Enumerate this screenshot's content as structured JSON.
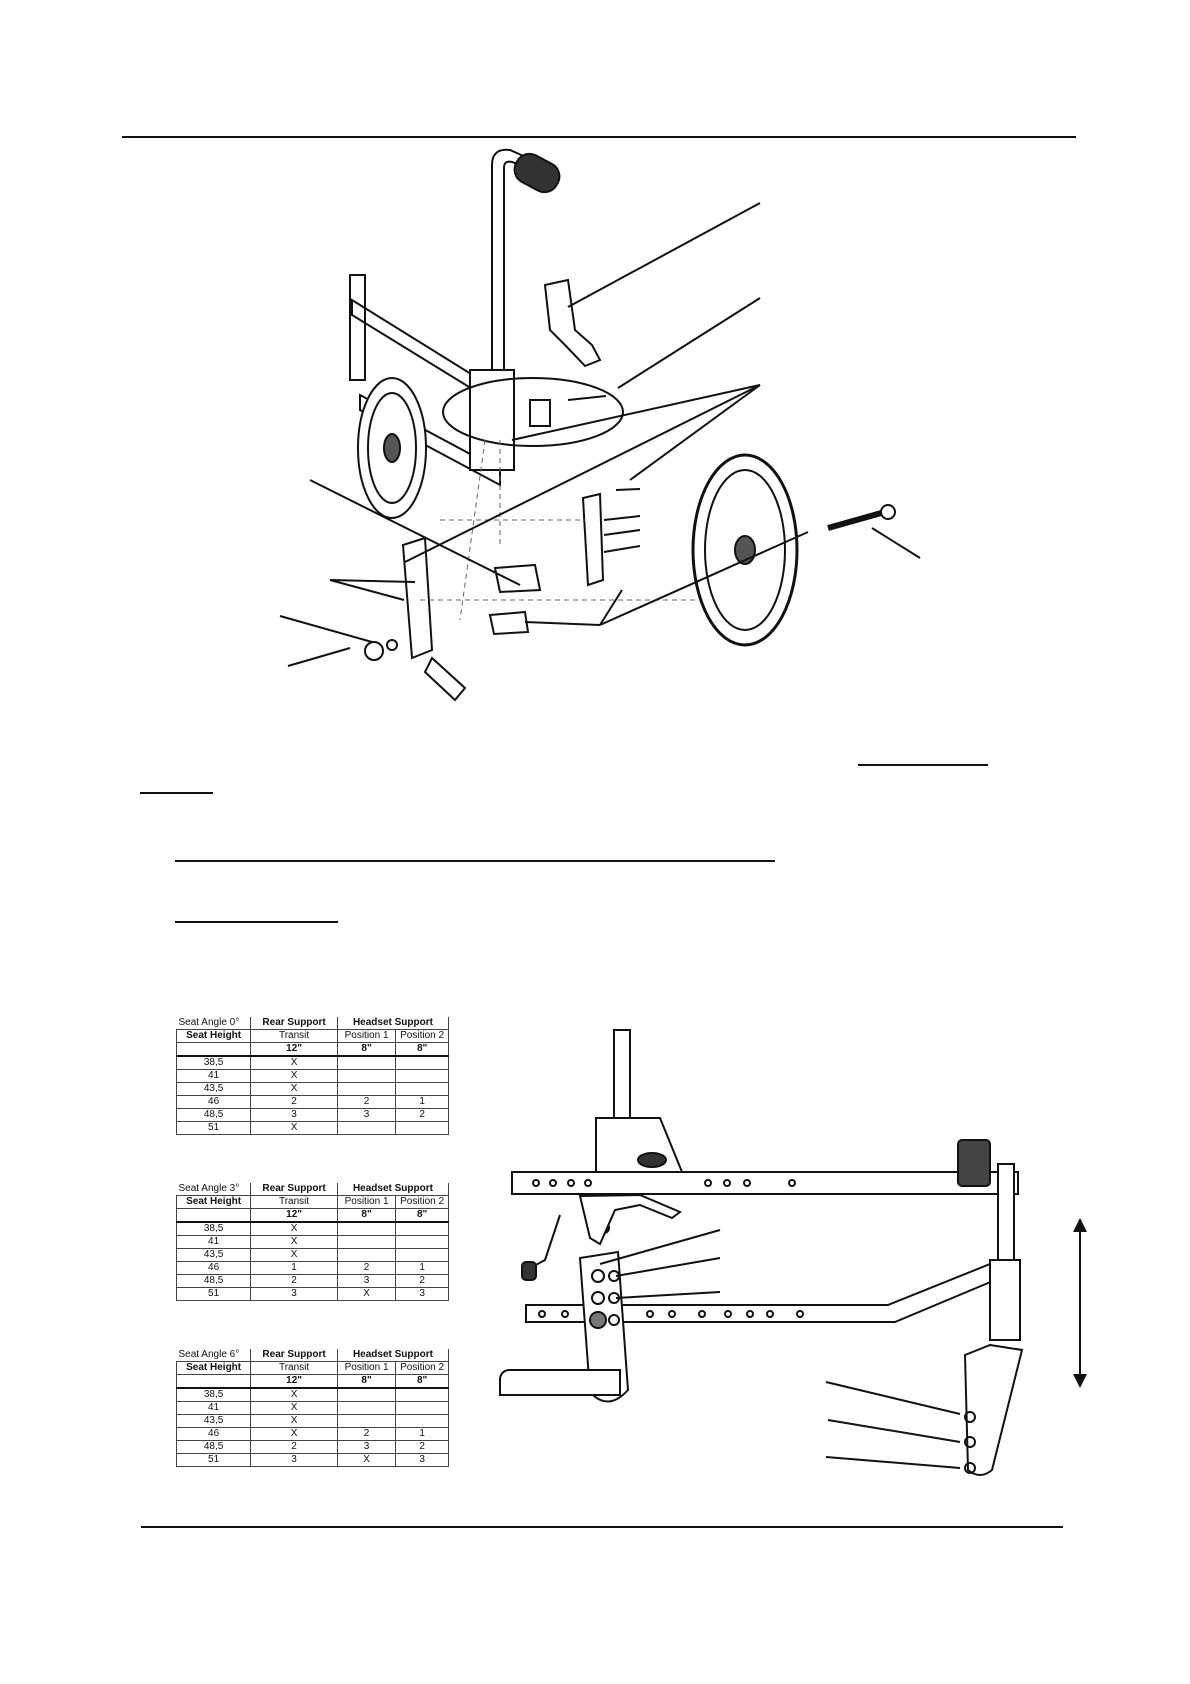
{
  "tables": [
    {
      "angle_label": "Seat Angle 0°",
      "col_rear": "Rear Support",
      "col_headset": "Headset Support",
      "row_label": "Seat Height",
      "sub": [
        "Transit",
        "Position 1",
        "Position 2"
      ],
      "sizes": [
        "12\"",
        "8\"",
        "8\""
      ],
      "rows": [
        [
          "38,5",
          "X",
          "",
          ""
        ],
        [
          "41",
          "X",
          "",
          ""
        ],
        [
          "43,5",
          "X",
          "",
          ""
        ],
        [
          "46",
          "2",
          "2",
          "1"
        ],
        [
          "48,5",
          "3",
          "3",
          "2"
        ],
        [
          "51",
          "X",
          "",
          ""
        ]
      ]
    },
    {
      "angle_label": "Seat Angle 3°",
      "col_rear": "Rear Support",
      "col_headset": "Headset Support",
      "row_label": "Seat Height",
      "sub": [
        "Transit",
        "Position 1",
        "Position 2"
      ],
      "sizes": [
        "12\"",
        "8\"",
        "8\""
      ],
      "rows": [
        [
          "38,5",
          "X",
          "",
          ""
        ],
        [
          "41",
          "X",
          "",
          ""
        ],
        [
          "43,5",
          "X",
          "",
          ""
        ],
        [
          "46",
          "1",
          "2",
          "1"
        ],
        [
          "48,5",
          "2",
          "3",
          "2"
        ],
        [
          "51",
          "3",
          "X",
          "3"
        ]
      ]
    },
    {
      "angle_label": "Seat Angle 6°",
      "col_rear": "Rear Support",
      "col_headset": "Headset Support",
      "row_label": "Seat Height",
      "sub": [
        "Transit",
        "Position 1",
        "Position 2"
      ],
      "sizes": [
        "12\"",
        "8\"",
        "8\""
      ],
      "rows": [
        [
          "38,5",
          "X",
          "",
          ""
        ],
        [
          "41",
          "X",
          "",
          ""
        ],
        [
          "43,5",
          "X",
          "",
          ""
        ],
        [
          "46",
          "X",
          "2",
          "1"
        ],
        [
          "48,5",
          "2",
          "3",
          "2"
        ],
        [
          "51",
          "3",
          "X",
          "3"
        ]
      ]
    }
  ]
}
